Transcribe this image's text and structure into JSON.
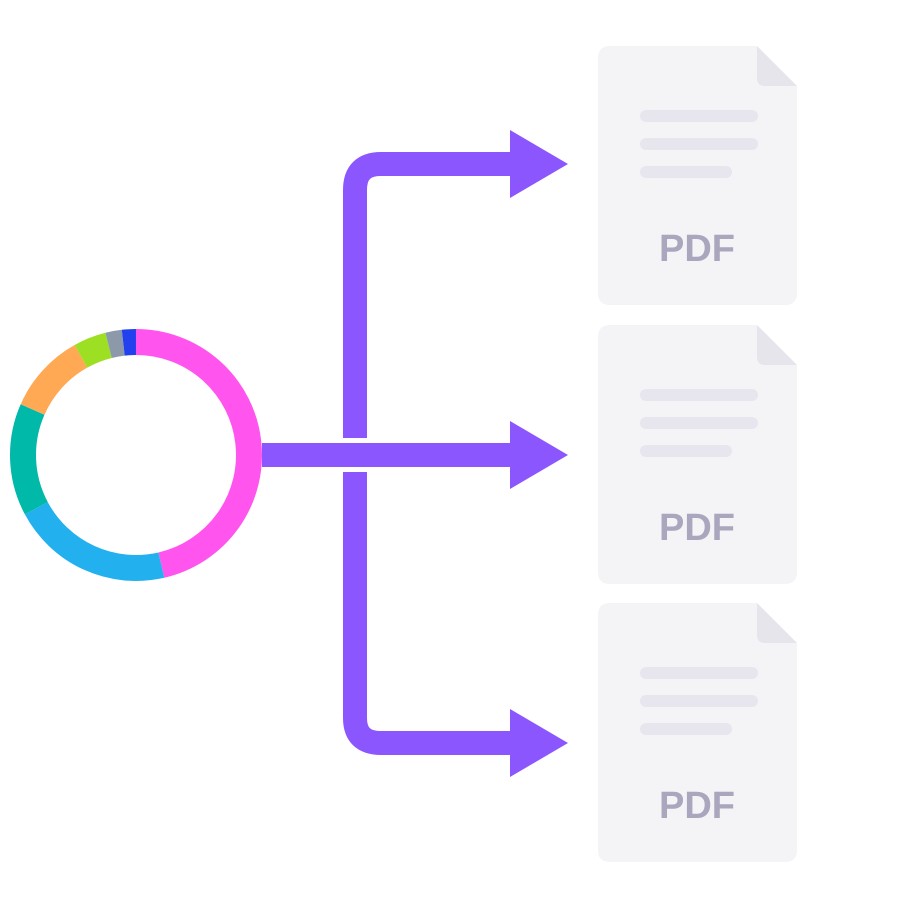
{
  "colors": {
    "arrow": "#8c56fe",
    "doc_fill": "#f4f4f7",
    "doc_fold": "#e6e5ec",
    "doc_lines": "#e7e6ee",
    "doc_label": "#a9a6bd"
  },
  "donut": {
    "segments": [
      {
        "name": "pink",
        "fraction": 0.464,
        "color": "#ff55ee"
      },
      {
        "name": "sky-blue",
        "fraction": 0.208,
        "color": "#22b1ee"
      },
      {
        "name": "teal",
        "fraction": 0.144,
        "color": "#00b9a9"
      },
      {
        "name": "orange",
        "fraction": 0.103,
        "color": "#ffa955"
      },
      {
        "name": "lime",
        "fraction": 0.042,
        "color": "#9ddf22"
      },
      {
        "name": "gray",
        "fraction": 0.021,
        "color": "#8c99aa"
      },
      {
        "name": "blue",
        "fraction": 0.018,
        "color": "#2240ee"
      }
    ]
  },
  "documents": [
    {
      "label": "PDF"
    },
    {
      "label": "PDF"
    },
    {
      "label": "PDF"
    }
  ]
}
